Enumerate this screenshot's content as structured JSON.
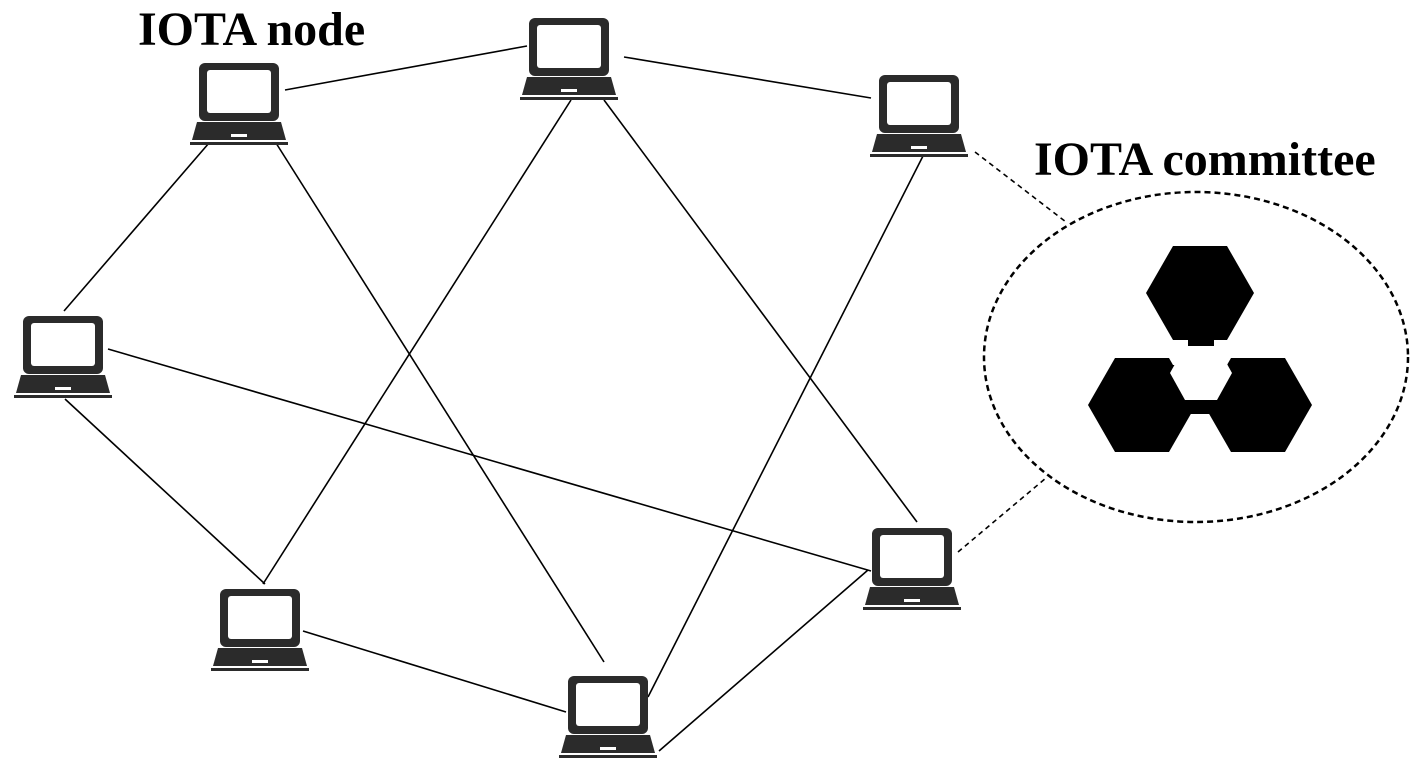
{
  "labels": {
    "node": "IOTA node",
    "committee": "IOTA committee"
  },
  "colors": {
    "node_body": "#2b2b2b",
    "edge": "#000000",
    "committee_logo": "#000000",
    "background": "#ffffff"
  },
  "icons": {
    "node": "laptop-icon",
    "committee": "iota-logo-icon"
  },
  "nodes": [
    "node-top-left",
    "node-top-center",
    "node-top-right",
    "node-middle-left",
    "node-bottom-left",
    "node-bottom-center",
    "node-bottom-right"
  ],
  "edges": [
    [
      "node-top-left",
      "node-top-center"
    ],
    [
      "node-top-center",
      "node-top-right"
    ],
    [
      "node-top-left",
      "node-middle-left"
    ],
    [
      "node-top-left",
      "node-bottom-center"
    ],
    [
      "node-top-center",
      "node-bottom-left"
    ],
    [
      "node-top-center",
      "node-bottom-right"
    ],
    [
      "node-top-right",
      "node-bottom-center"
    ],
    [
      "node-middle-left",
      "node-bottom-left"
    ],
    [
      "node-middle-left",
      "node-bottom-right"
    ],
    [
      "node-bottom-left",
      "node-bottom-center"
    ],
    [
      "node-bottom-center",
      "node-bottom-right"
    ]
  ],
  "committee_members": [
    "node-top-right",
    "node-bottom-right"
  ]
}
